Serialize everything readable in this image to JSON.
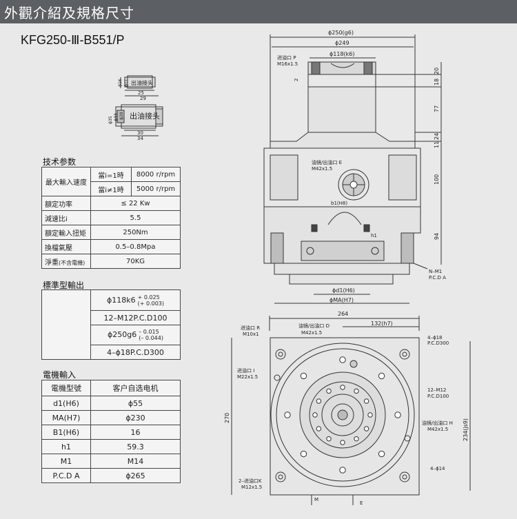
{
  "header": {
    "title": "外觀介紹及規格尺寸"
  },
  "model": "KFG250-Ⅲ-B551/P",
  "fitting_drawing": {
    "top_label": "出油接头",
    "bottom_label": "出油接头",
    "dim_phi16": "ϕ16",
    "dim_phi11": "ϕ11",
    "dim_25": "25",
    "dim_29": "29",
    "dim_phi35": "ϕ35",
    "dim_phi33": "ϕ33",
    "dim_phi28": "ϕ28",
    "dim_30": "30",
    "dim_34": "34"
  },
  "tech": {
    "title": "技术参数",
    "max_speed_label": "最大輸入速度",
    "speed_rows": [
      {
        "cond": "當i=1時",
        "val": "8000 r/rpm"
      },
      {
        "cond": "當i≠1時",
        "val": "5000 r/rpm"
      }
    ],
    "rows": [
      {
        "label": "額定功率",
        "val": "≤ 22 Kw"
      },
      {
        "label": "減速比i",
        "val": "5.5"
      },
      {
        "label": "額定輸入扭矩",
        "val": "250Nm"
      },
      {
        "label": "換檔氣壓",
        "val": "0.5–0.8Mpa"
      },
      {
        "label": "淨重",
        "label_note": "(不含電機)",
        "val": "70KG"
      }
    ]
  },
  "std_output": {
    "title": "標準型輸出",
    "row1_main": "ϕ118k6",
    "row1_up": "+ 0.025",
    "row1_low": "(+ 0.003)",
    "row2": "12–M12P.C.D100",
    "row3_main": "ϕ250g6",
    "row3_up": "– 0.015",
    "row3_low": "(– 0.044)",
    "row4": "4–ϕ18P.C.D300"
  },
  "motor": {
    "title": "電機輸入",
    "header": [
      "電機型號",
      "客户自选电机"
    ],
    "rows": [
      [
        "d1(H6)",
        "ϕ55"
      ],
      [
        "MA(H7)",
        "ϕ230"
      ],
      [
        "B1(H6)",
        "16"
      ],
      [
        "h1",
        "59.3"
      ],
      [
        "M1",
        "M14"
      ],
      [
        "P.C.D A",
        "ϕ265"
      ]
    ]
  },
  "side_view": {
    "phi250": "ϕ250(g6)",
    "phi249": "ϕ249",
    "phi118": "ϕ118(k6)",
    "port_p": "进油口 P",
    "port_p_size": "M16x1.5",
    "port_e": "油镜/出油口 E",
    "port_e_size": "M42x1.5",
    "b1": "b1(H8)",
    "h1": "h1",
    "d1": "ϕd1(H6)",
    "ma": "ϕMA(H7)",
    "n_m1": "N–M1",
    "pcd_a": "P.C.D A",
    "dim_20": "20",
    "dim_18": "18",
    "dim_77": "77",
    "dim_24": "24",
    "dim_11": "11",
    "dim_100": "100",
    "dim_94": "94",
    "dim_2": "2"
  },
  "top_view": {
    "dim_264": "264",
    "dim_132": "132(h7)",
    "port_r": "进油口 R",
    "port_r_size": "M10x1",
    "port_d": "油镜/出油口 D",
    "port_d_size": "M42x1.5",
    "holes_18": "4–ϕ18",
    "holes_18_pcd": "P.C.D300",
    "port_i": "进油口 I",
    "port_i_size": "M22x1.5",
    "m12": "12–M12",
    "m12_pcd": "P.C.D100",
    "dim_234": "234(js9)",
    "dim_270": "270",
    "port_h": "油镜/出油口 H",
    "port_h_size": "M42x1.5",
    "holes_14": "4–ϕ14",
    "port_k": "2–进油口K",
    "port_k_size": "M12x1.5",
    "m_label": "M",
    "e_label": "E"
  },
  "colors": {
    "header_bg": "#5c5f63",
    "page_bg": "#e9e9e9",
    "table_bg": "#f4f4f4",
    "line": "#333333"
  }
}
